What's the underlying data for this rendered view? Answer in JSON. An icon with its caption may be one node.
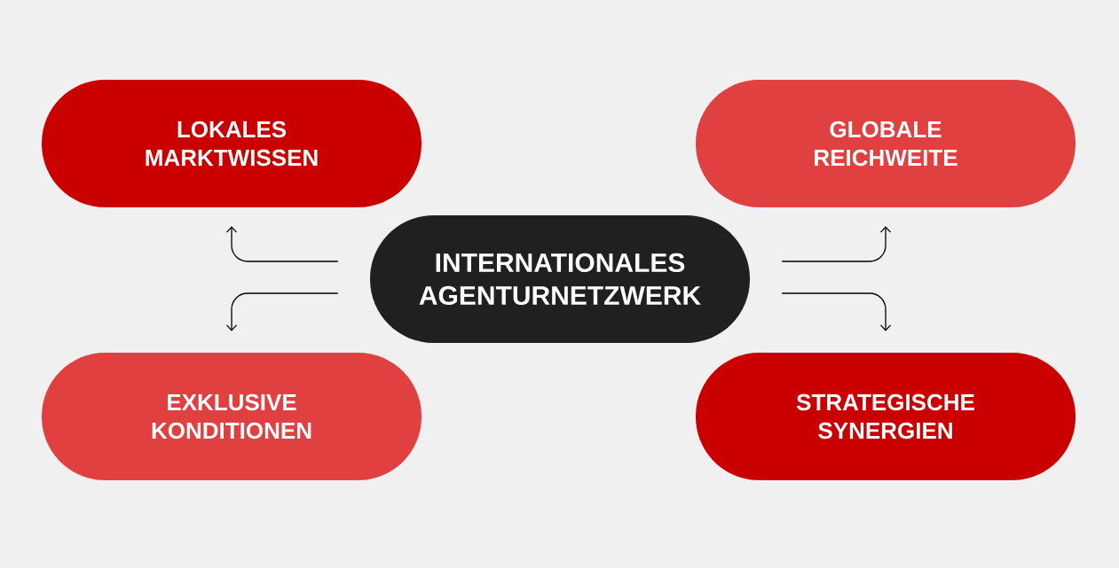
{
  "diagram": {
    "nodes": [
      {
        "text": [
          "LOKALES MARKTWISSEN"
        ]
      },
      {
        "text": [
          "GLOBALE REICHWEITE"
        ]
      },
      {
        "text": [
          "INTERNATIONALES AGENTURNETZWERK"
        ]
      },
      {
        "text": [
          "EXKLUSIVE KONDITIONEN"
        ]
      },
      {
        "text": [
          "STRATEGISCHE SYNERGIEN"
        ]
      }
    ],
    "edges": [
      {
        "from": 2,
        "to": 0,
        "arrow": "to"
      },
      {
        "from": 2,
        "to": 1,
        "arrow": "to"
      },
      {
        "from": 2,
        "to": 3,
        "arrow": "to"
      },
      {
        "from": 2,
        "to": 4,
        "arrow": "to"
      }
    ]
  }
}
